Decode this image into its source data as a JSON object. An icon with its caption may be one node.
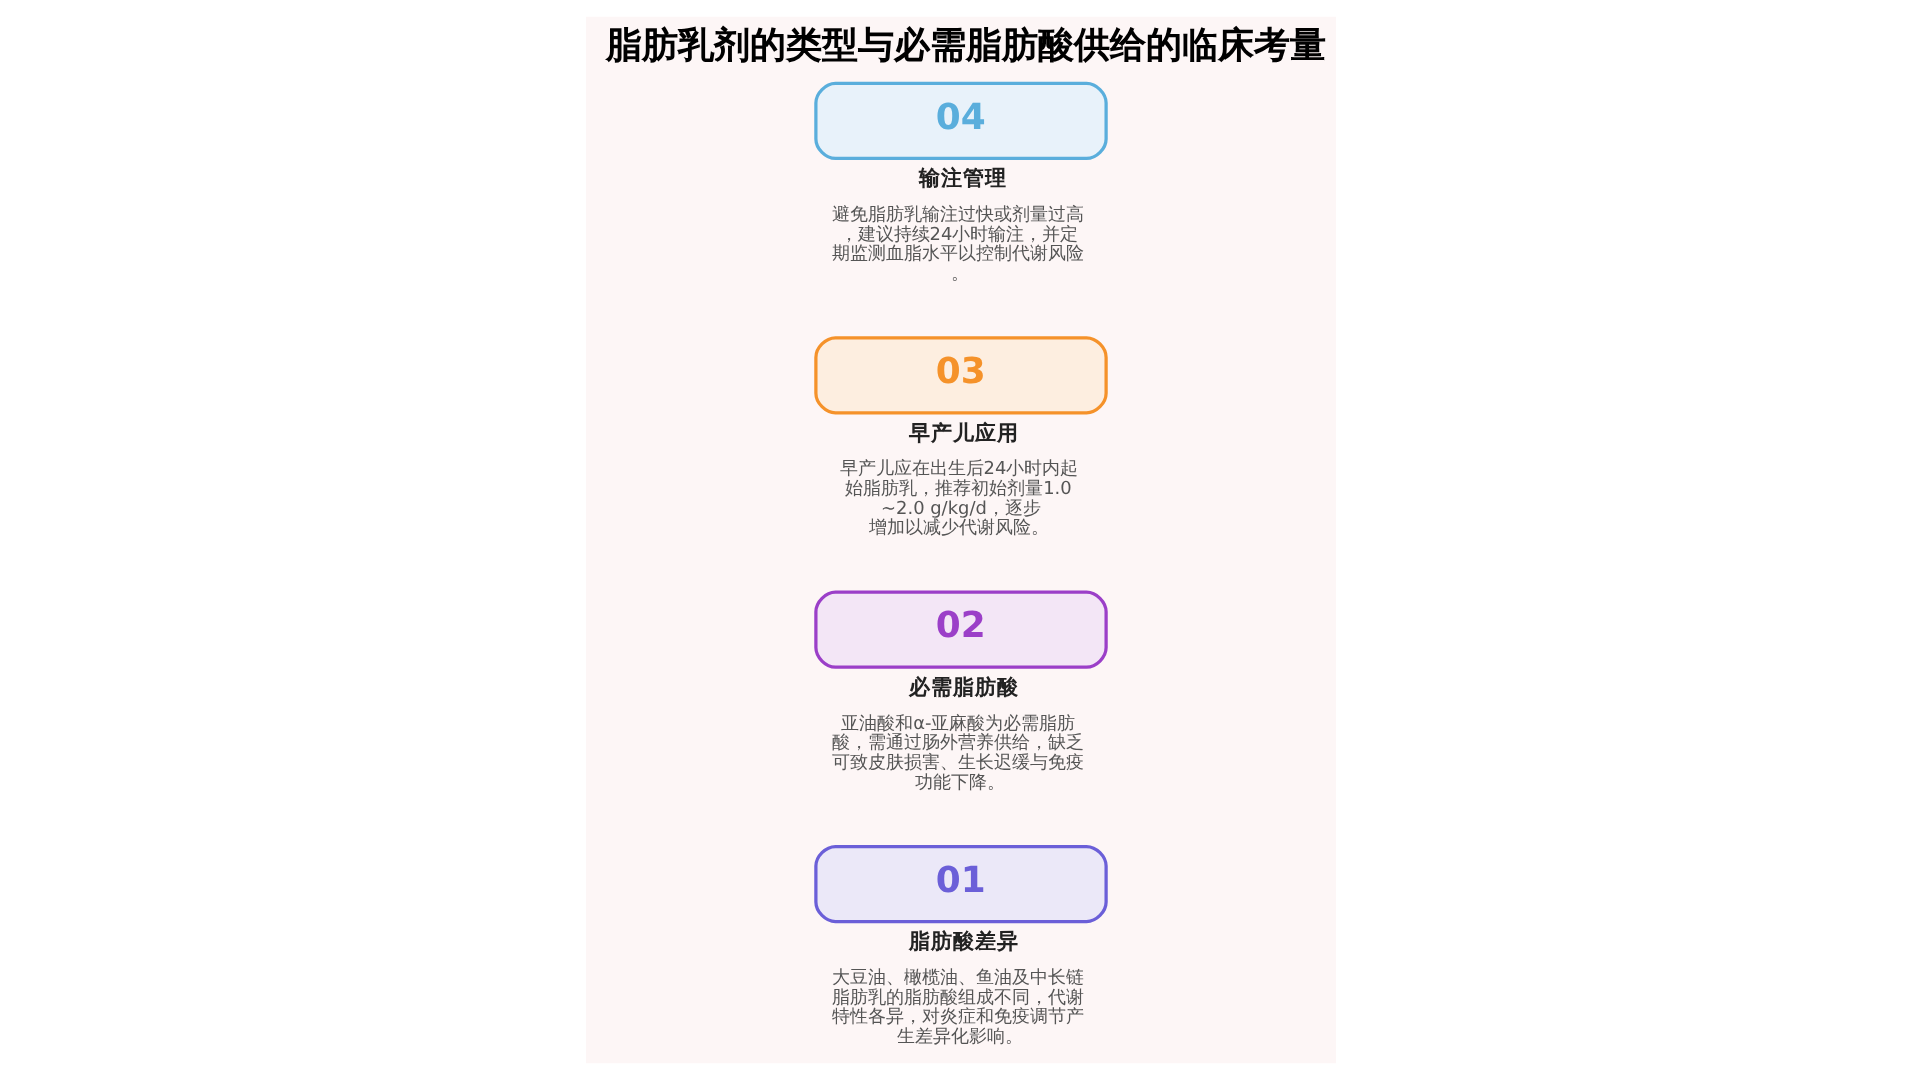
{
  "diagram": {
    "title": "脂肪乳剂的类型与必需脂肪酸供给的临床考量",
    "nodes": [
      {
        "text": [
          "01",
          "脂肪酸差异",
          "大豆油、橄榄油、鱼油及中长链脂肪乳的脂肪酸组成不同，代谢特性各异，对炎症和免疫调节产生差异化影响。"
        ]
      },
      {
        "text": [
          "02",
          "必需脂肪酸",
          "亚油酸和α-亚麻酸为必需脂肪酸，需通过肠外营养供给，缺乏可致皮肤损害、生长迟缓与免疫功能下降。"
        ]
      },
      {
        "text": [
          "03",
          "早产儿应用",
          "早产儿应在出生后24小时内起始脂肪乳，推荐初始剂量1.0~2.0 g/kg/d，逐步增加以减少代谢风险。"
        ]
      },
      {
        "text": [
          "04",
          "输注管理",
          "避免脂肪乳输注过快或剂量过高，建议持续24小时输注，并定期监测血脂水平以控制代谢风险。"
        ]
      }
    ],
    "edges": []
  }
}
